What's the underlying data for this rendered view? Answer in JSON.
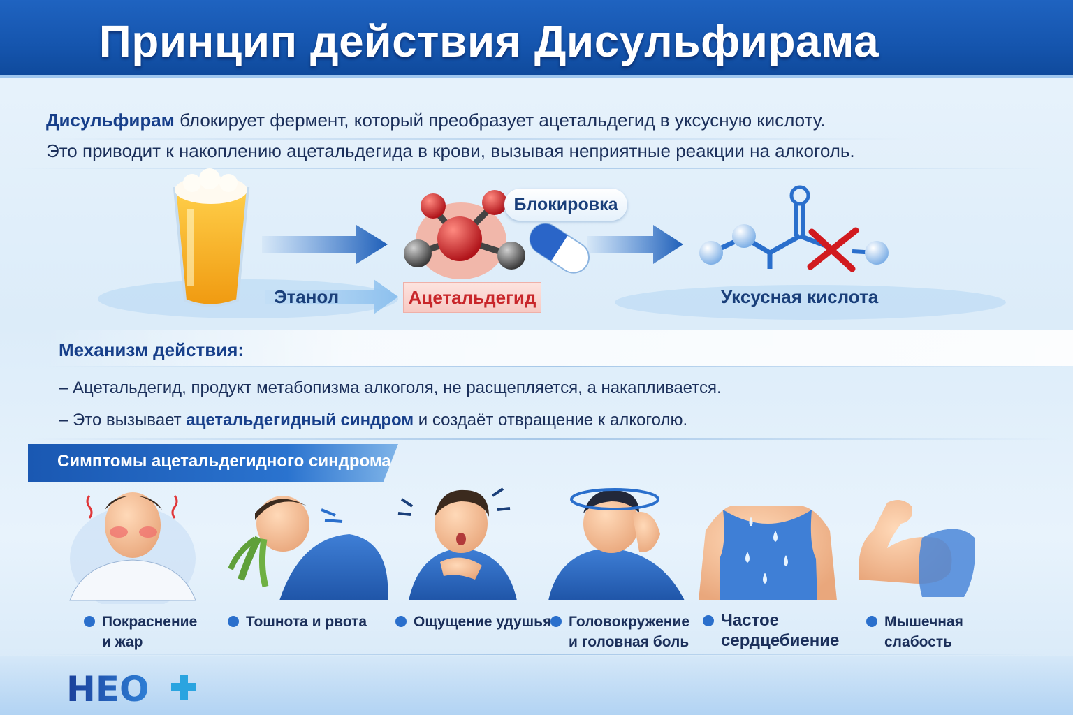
{
  "header": {
    "title": "Принцип действия Дисульфирама"
  },
  "intro": {
    "line1_bold": "Дисульфирам",
    "line1_rest": " блокирует фермент, который преобразует ацетальдегид в уксусную кислоту.",
    "line2": "Это приводит к накоплению ацетальдегида в крови, вызывая неприятные реакции на алкоголь."
  },
  "diagram": {
    "ethanol_label": "Этанол",
    "acetaldehyde_label": "Ацетальдегид",
    "block_label": "Блокировка",
    "acetic_label": "Уксусная кислота"
  },
  "mechanism": {
    "title": "Механизм действия:",
    "line1": "– Ацетальдегид, продукт метабопизма алкоголя, не расщепляется, а накапливается.",
    "line2_pre": "– Это вызывает ",
    "line2_bold": "ацетальдегидный синдром",
    "line2_post": " и создаёт отвращение к алкоголю."
  },
  "symptoms": {
    "title": "Симптомы ацетальдегидного синдрома:",
    "items": [
      {
        "line1": "Покраснение",
        "line2": "и жар",
        "icon": "flushed-face-icon"
      },
      {
        "line1": "Тошнота и рвота",
        "line2": "",
        "icon": "vomiting-person-icon"
      },
      {
        "line1": "Ощущение удушья",
        "line2": "",
        "icon": "choking-person-icon"
      },
      {
        "line1": "Головокружение",
        "line2": "и головная боль",
        "icon": "dizzy-person-icon"
      },
      {
        "line1": "Частое",
        "line2": "сердцебиение",
        "icon": "sweating-torso-icon"
      },
      {
        "line1": "Мышечная",
        "line2": "слабость",
        "icon": "flexed-arm-icon"
      }
    ]
  },
  "logo": {
    "text": "НЕО+"
  },
  "colors": {
    "header": "#1555ae",
    "accent_red": "#c8262a",
    "text_dark": "#1b2f5a",
    "bullet": "#2a6fcc"
  }
}
